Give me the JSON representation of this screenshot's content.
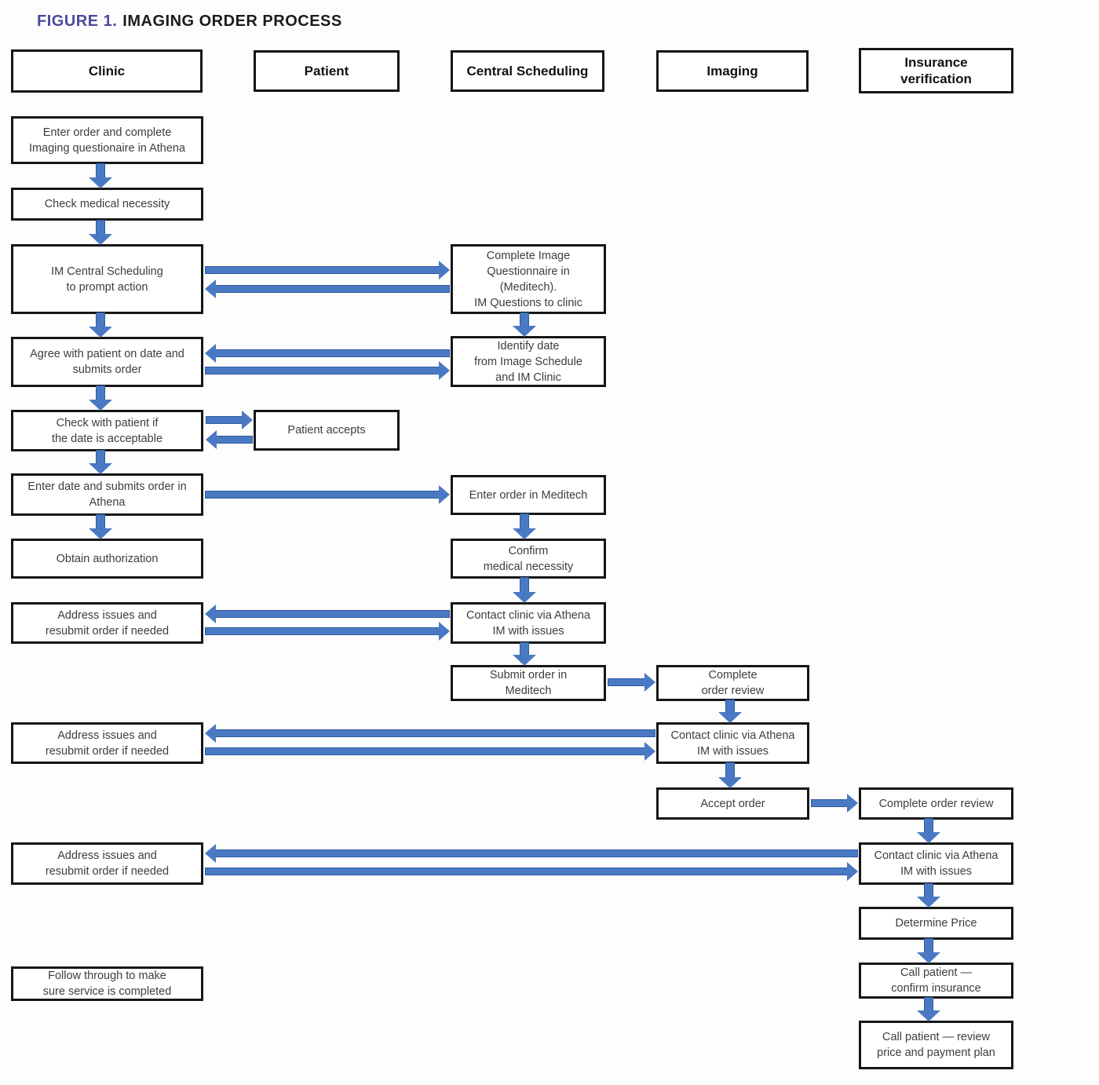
{
  "title": {
    "figure": "FIGURE 1.",
    "text": "IMAGING ORDER PROCESS"
  },
  "colors": {
    "accent_purple": "#4b4a9e",
    "arrow_fill": "#4a79c4",
    "arrow_stroke": "#2f5ba0"
  },
  "lanes": {
    "clinic": "Clinic",
    "patient": "Patient",
    "central_scheduling": "Central Scheduling",
    "imaging": "Imaging",
    "insurance_verification": "Insurance\nverification"
  },
  "nodes": {
    "clinic": {
      "enter_order": "Enter order and complete\nImaging questionaire in Athena",
      "check_medical": "Check medical necessity",
      "im_central_scheduling": "IM Central Scheduling\nto prompt action",
      "agree_with_patient": "Agree with patient on date and\nsubmits order",
      "check_with_patient": "Check with patient if\nthe date is acceptable",
      "enter_date": "Enter date and submits order in\nAthena",
      "obtain_authorization": "Obtain authorization",
      "address_issues_1": "Address issues and\nresubmit order if needed",
      "address_issues_2": "Address issues and\nresubmit order if needed",
      "address_issues_3": "Address issues and\nresubmit order if needed",
      "follow_through": "Follow through to make\nsure service is completed"
    },
    "patient": {
      "patient_accepts": "Patient accepts"
    },
    "central_scheduling": {
      "complete_questionnaire": "Complete Image\nQuestionnaire in\n(Meditech).\nIM Questions to clinic",
      "identify_date": "Identify date\nfrom Image Schedule\nand IM Clinic",
      "enter_order_meditech": "Enter order in Meditech",
      "confirm_medical_necessity": "Confirm\nmedical necessity",
      "contact_clinic": "Contact clinic via Athena\nIM with issues",
      "submit_order": "Submit order in\nMeditech"
    },
    "imaging": {
      "complete_order_review": "Complete\norder review",
      "contact_clinic": "Contact clinic via Athena\nIM with issues",
      "accept_order": "Accept order"
    },
    "insurance_verification": {
      "complete_order_review": "Complete order review",
      "contact_clinic": "Contact clinic via Athena\nIM with issues",
      "determine_price": "Determine Price",
      "call_patient_confirm": "Call patient —\nconfirm insurance",
      "call_patient_review": "Call patient — review\nprice and payment plan"
    }
  }
}
